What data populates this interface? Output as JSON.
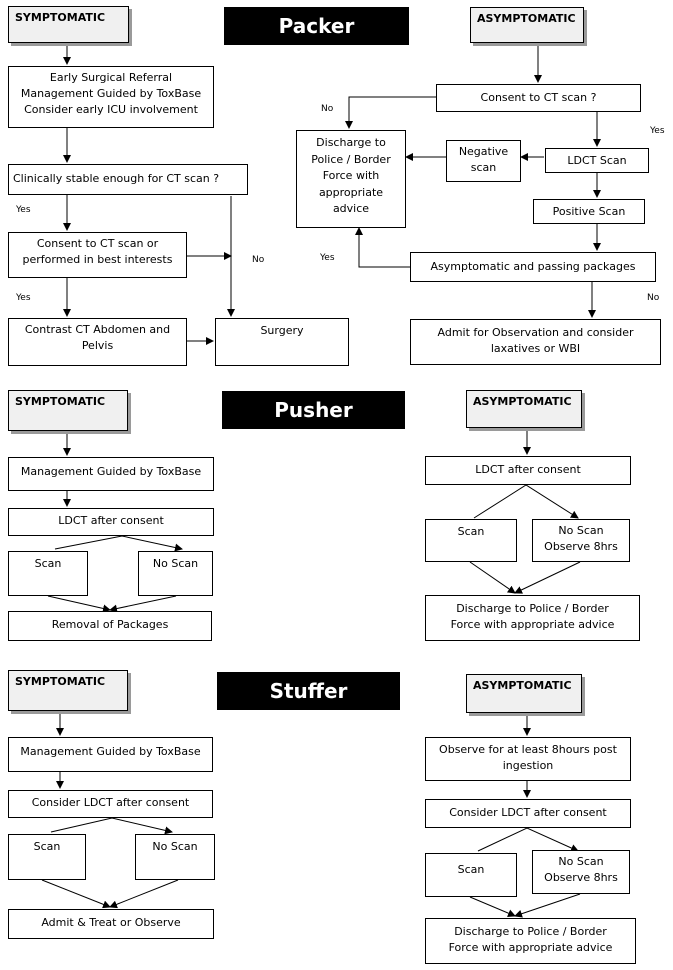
{
  "packer": {
    "title": "Packer",
    "symptomatic": {
      "header": "SYMPTOMATIC",
      "referral": "Early Surgical Referral\nManagement Guided by ToxBase\nConsider early ICU involvement",
      "stable": "Clinically stable enough for CT scan ?",
      "consent": "Consent to CT scan or\nperformed in best interests",
      "contrast": "Contrast CT Abdomen and\nPelvis",
      "surgery": "Surgery",
      "yes_1": "Yes",
      "yes_2": "Yes",
      "no_1": "No"
    },
    "asymptomatic": {
      "header": "ASYMPTOMATIC",
      "consent": "Consent to CT scan ?",
      "discharge": "Discharge to\nPolice / Border\nForce with\nappropriate\nadvice",
      "negative": "Negative\nscan",
      "ldct": "LDCT Scan",
      "positive": "Positive Scan",
      "passing": "Asymptomatic and passing packages",
      "admit": "Admit for Observation and consider\nlaxatives or WBI",
      "no_1": "No",
      "yes_1": "Yes",
      "yes_2": "Yes",
      "no_2": "No"
    }
  },
  "pusher": {
    "title": "Pusher",
    "symptomatic": {
      "header": "SYMPTOMATIC",
      "management": "Management Guided by ToxBase",
      "ldct": "LDCT after consent",
      "scan": "Scan",
      "noscan": "No Scan",
      "removal": "Removal of Packages"
    },
    "asymptomatic": {
      "header": "ASYMPTOMATIC",
      "ldct": "LDCT after consent",
      "scan": "Scan",
      "noscan": "No Scan\nObserve 8hrs",
      "discharge": "Discharge to Police / Border\nForce with appropriate advice"
    }
  },
  "stuffer": {
    "title": "Stuffer",
    "symptomatic": {
      "header": "SYMPTOMATIC",
      "management": "Management Guided by ToxBase",
      "ldct": "Consider LDCT after consent",
      "scan": "Scan",
      "noscan": "No Scan",
      "admit": "Admit & Treat or Observe"
    },
    "asymptomatic": {
      "header": "ASYMPTOMATIC",
      "observe": "Observe for at least 8hours post\ningestion",
      "ldct": "Consider LDCT after consent",
      "scan": "Scan",
      "noscan": "No Scan\nObserve 8hrs",
      "discharge": "Discharge to Police / Border\nForce with appropriate advice"
    }
  }
}
